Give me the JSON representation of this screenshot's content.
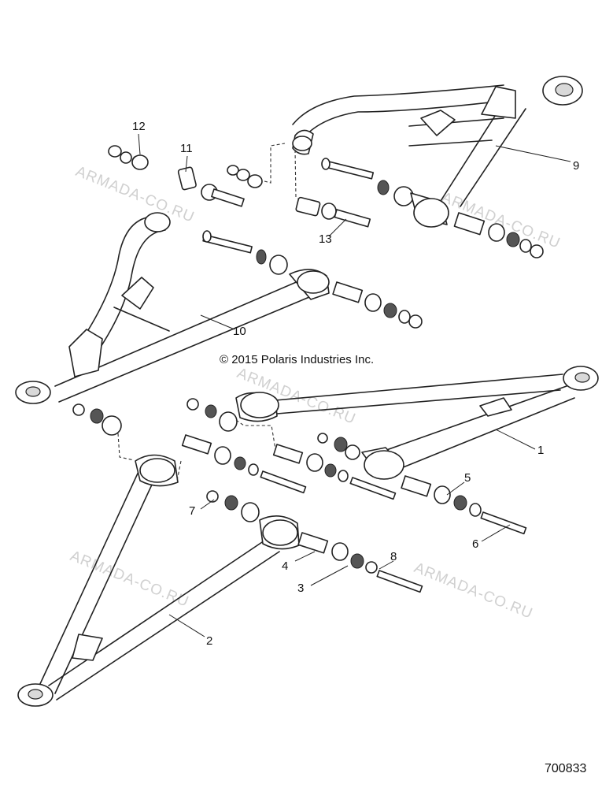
{
  "copyright": "© 2015 Polaris Industries Inc.",
  "diagram_id": "700833",
  "watermark": "ARMADA-CO.RU",
  "callouts": [
    "1",
    "2",
    "3",
    "4",
    "5",
    "6",
    "7",
    "8",
    "9",
    "10",
    "11",
    "12",
    "13"
  ]
}
